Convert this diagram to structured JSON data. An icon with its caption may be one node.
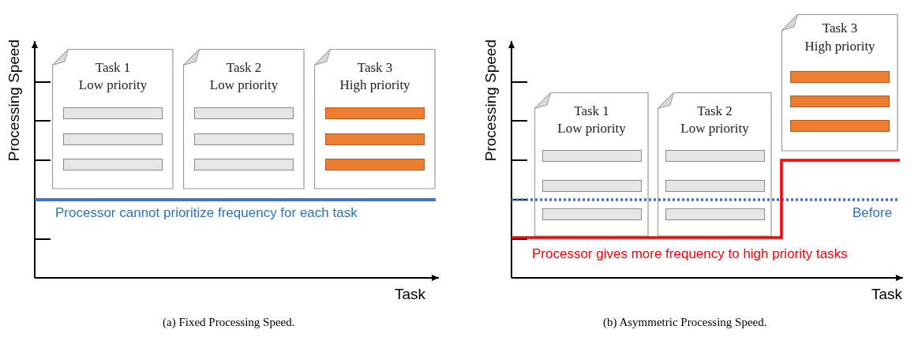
{
  "diagram": {
    "nodes": [
      {
        "text": [
          "Task 1",
          "Low priority"
        ]
      },
      {
        "text": [
          "Task 2",
          "Low priority"
        ]
      },
      {
        "text": [
          "Task 3",
          "High priority"
        ]
      },
      {
        "text": [
          "Task 1",
          "Low priority"
        ]
      },
      {
        "text": [
          "Task 2",
          "Low priority"
        ]
      },
      {
        "text": [
          "Task 3",
          "High priority"
        ]
      }
    ],
    "labels": [
      "Processing Speed",
      "Task",
      "Processor cannot prioritize frequency for each task",
      "(a) Fixed Processing Speed.",
      "Processing Speed",
      "Task",
      "Before",
      "Processor gives more frequency to high priority tasks",
      "(b) Asymmetric Processing Speed."
    ]
  }
}
